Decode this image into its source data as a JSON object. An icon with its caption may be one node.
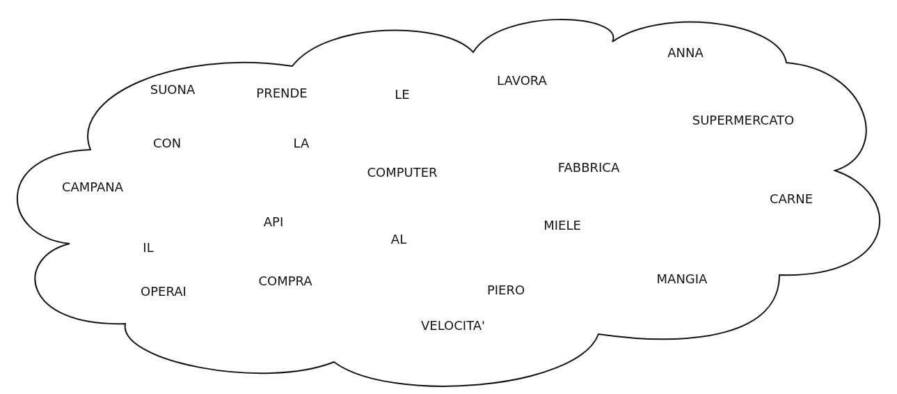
{
  "diagram": {
    "nodes": [
      {
        "text": [
          "ANNA",
          "LAVORA",
          "SUONA",
          "PRENDE",
          "LE",
          "SUPERMERCATO",
          "CON",
          "LA",
          "FABBRICA",
          "COMPUTER",
          "CAMPANA",
          "CARNE",
          "API",
          "MIELE",
          "AL",
          "IL",
          "MANGIA",
          "COMPRA",
          "OPERAI",
          "PIERO",
          "VELOCITA'"
        ]
      }
    ]
  }
}
